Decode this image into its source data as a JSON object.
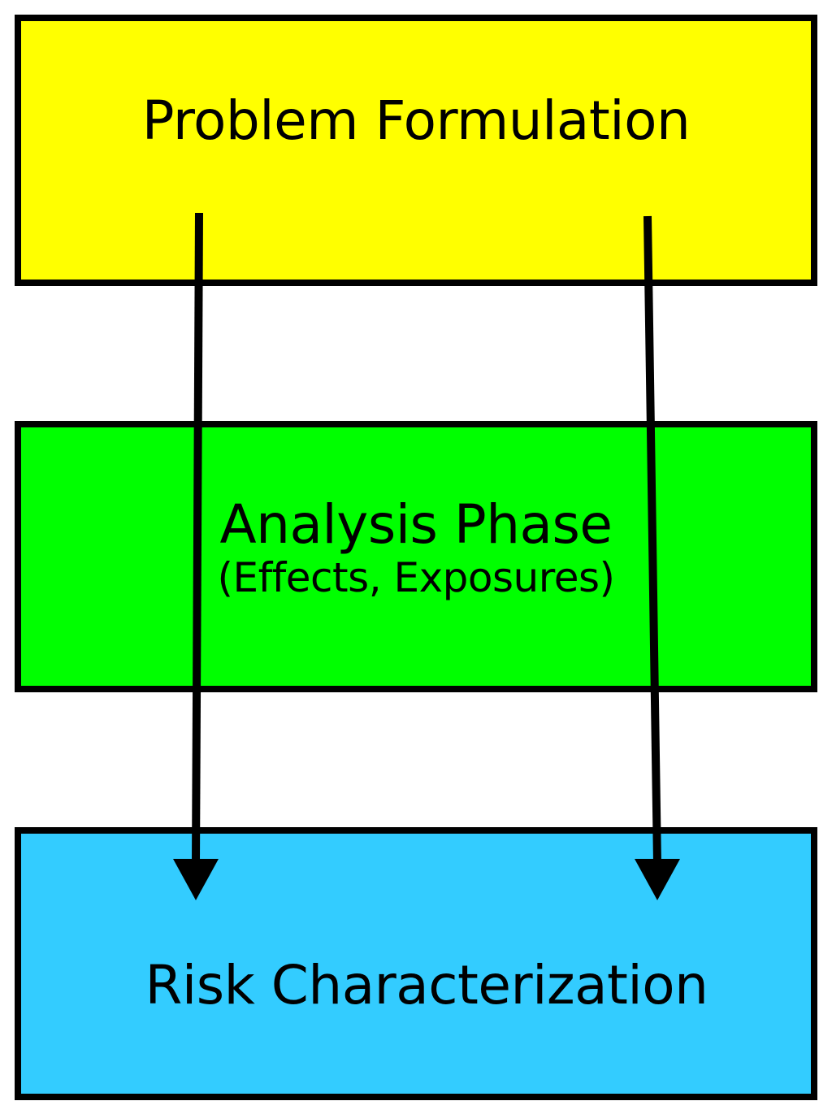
{
  "diagram": {
    "boxes": [
      {
        "id": "problem",
        "title": "Problem Formulation",
        "subtitle": "",
        "fill": "#ffff00"
      },
      {
        "id": "analysis",
        "title": "Analysis Phase",
        "subtitle": "(Effects, Exposures)",
        "fill": "#00ff00"
      },
      {
        "id": "risk",
        "title": "Risk Characterization",
        "subtitle": "",
        "fill": "#33ccff"
      }
    ],
    "arrows": [
      {
        "from": "problem",
        "to": "risk",
        "side": "left"
      },
      {
        "from": "problem",
        "to": "risk",
        "side": "right"
      }
    ],
    "border_color": "#000000",
    "arrow_color": "#000000"
  }
}
